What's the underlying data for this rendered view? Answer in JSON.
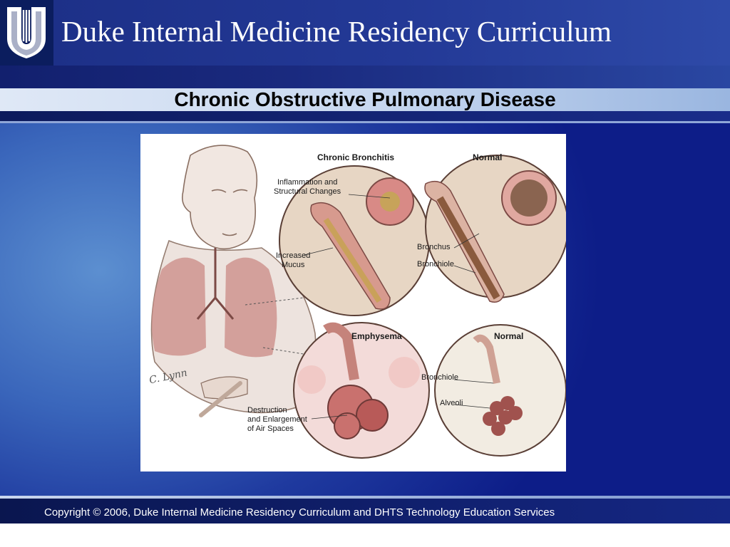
{
  "deck": {
    "title": "Duke Internal Medicine Residency Curriculum",
    "logo_icon": "duke-shield-logo"
  },
  "slide": {
    "title": "Chronic Obstructive Pulmonary Disease"
  },
  "figure": {
    "panels": {
      "chronic_bronchitis": "Chronic Bronchitis",
      "normal_top": "Normal",
      "emphysema": "Emphysema",
      "normal_bottom": "Normal"
    },
    "labels": {
      "inflammation_1": "Inflammation and",
      "inflammation_2": "Structural Changes",
      "mucus_1": "Increased",
      "mucus_2": "Mucus",
      "bronchus": "Bronchus",
      "bronchiole_top": "Bronchiole",
      "bronchiole_bottom": "Bronchiole",
      "alveoli": "Alveoli",
      "destruction_1": "Destruction",
      "destruction_2": "and Enlargement",
      "destruction_3": "of Air Spaces"
    },
    "signature": "C. Lynn"
  },
  "footer": {
    "copyright": "Copyright © 2006, Duke Internal Medicine Residency Curriculum and DHTS Technology Education Services"
  },
  "colors": {
    "header_blue": "#233996",
    "background_blue": "#1f3a9f",
    "title_band": "#c8d8f0"
  }
}
